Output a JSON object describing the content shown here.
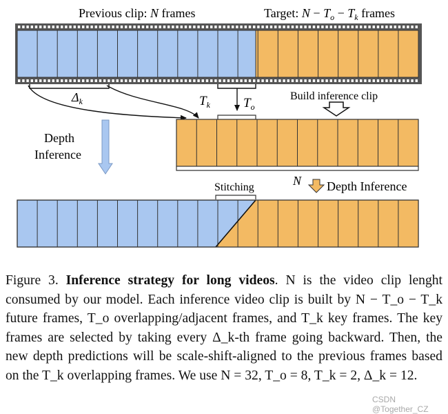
{
  "labels": {
    "previous_clip": "Previous clip: N frames",
    "target": "Target: N − T_o − T_k frames",
    "delta_k": "Δ_k",
    "t_k": "T_k",
    "t_o": "T_o",
    "build_clip": "Build inference clip",
    "depth_inference_left_1": "Depth",
    "depth_inference_left_2": "Inference",
    "n": "N",
    "depth_inference_right": "Depth Inference",
    "stitching": "Stitching"
  },
  "colors": {
    "blue": "#a9c7f0",
    "orange": "#f3ba63",
    "stroke": "#333333",
    "film": "#555555",
    "arrow_blue": "#a9c7f0"
  },
  "caption": {
    "prefix": "Figure 3. ",
    "bold": "Inference strategy for long videos",
    "l1": ". N is the video clip",
    "l2": "lenght consumed by our model. Each inference video clip is built",
    "l3": "by N − T_o − T_k future frames, T_o overlapping/adjacent frames,",
    "l4": "and T_k key frames. The key frames are selected by taking every",
    "l5": "Δ_k-th frame going backward. Then, the new depth predictions",
    "l6": "will be scale-shift-aligned to the previous frames based on the T_k",
    "l7": "overlapping frames. We use N = 32, T_o = 8, T_k = 2, Δ_k = 12."
  },
  "watermark": "CSDN @Together_CZ"
}
